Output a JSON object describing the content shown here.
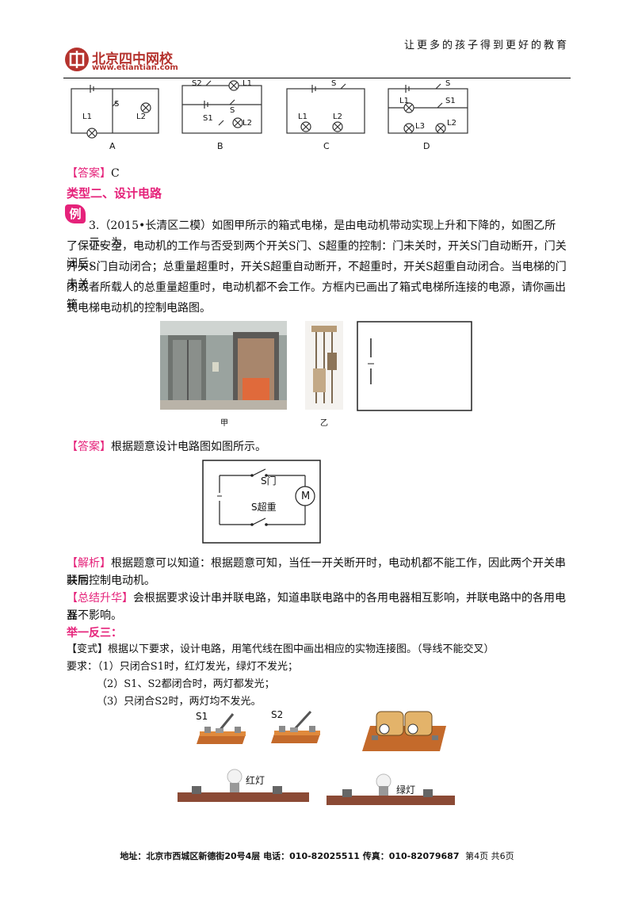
{
  "header": {
    "slogan": "让更多的孩子得到更好的教育",
    "logo_cn": "北京四中网校",
    "logo_url": "www.etiantian.com"
  },
  "circuits": {
    "labels": [
      "A",
      "B",
      "C",
      "D"
    ]
  },
  "answer1": {
    "tag": "【答案】",
    "text": "C"
  },
  "type_heading": "类型二、设计电路",
  "example_badge": "例",
  "problem": {
    "line1": "3.（2015•长清区二模）如图甲所示的箱式电梯，是由电动机带动实现上升和下降的，如图乙所示。为",
    "line2": "了保证安全，电动机的工作与否受到两个开关S门、S超重的控制：门未关时，开关S门自动断开，门关闭后，",
    "line3": "开关S门自动闭合；总重量超重时，开关S超重自动断开，不超重时，开关S超重自动闭合。当电梯的门未关",
    "line4": "闭或者所载人的总重量超重时，电动机都不会工作。方框内已画出了箱式电梯所连接的电源，请你画出箱",
    "line5": "式电梯电动机的控制电路图。"
  },
  "figure_labels": {
    "jia": "甲",
    "yi": "乙"
  },
  "answer2": {
    "tag": "【答案】",
    "text": "根据题意设计电路图如图所示。"
  },
  "answer_circuit": {
    "s_door": "S门",
    "s_over": "S超重",
    "motor": "M"
  },
  "analysis": {
    "tag": "【解析】",
    "line1": "根据题意可以知道：根据题意可知，当任一开关断开时，电动机都不能工作，因此两个开关串联后",
    "line2": "共同控制电动机。"
  },
  "summary": {
    "tag": "【总结升华】",
    "line1": "会根据要求设计串并联电路，知道串联电路中的各用电器相互影响，并联电路中的各用电器",
    "line2": "互不影响。"
  },
  "practice_heading": "举一反三：",
  "variant": {
    "tag": "【变式】",
    "text": "根据以下要求，设计电路，用笔代线在图中画出相应的实物连接图。（导线不能交叉）",
    "req_label": "要求：",
    "req1": "（1）只闭合S1时，红灯发光，绿灯不发光；",
    "req2": "（2）S1、S2都闭合时，两灯都发光；",
    "req3": "（3）只闭合S2时，两灯均不发光。"
  },
  "parts": {
    "s1": "S1",
    "s2": "S2",
    "red_lamp": "红灯",
    "green_lamp": "绿灯"
  },
  "footer": {
    "address": "地址：北京市西城区新德街20号4层  电话：010-82025511  传真：010-82079687",
    "page": "第4页  共6页"
  }
}
